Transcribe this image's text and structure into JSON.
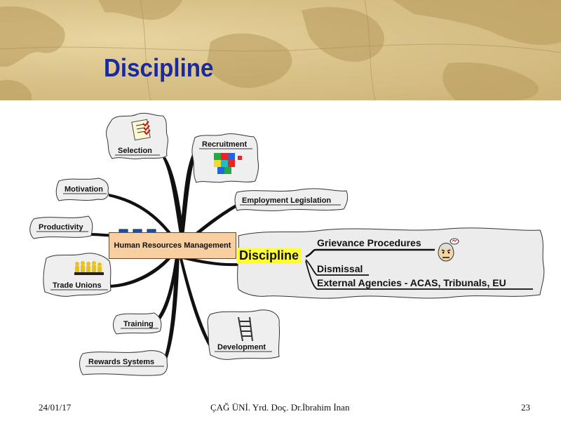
{
  "slide": {
    "title": "Discipline",
    "footer_date": "24/01/17",
    "footer_author": "ÇAĞ ÜNİ. Yrd. Doç. Dr.İbrahim İnan",
    "page_number": "23"
  },
  "mindmap": {
    "center": "Human Resources Management",
    "branches": {
      "selection": "Selection",
      "recruitment": "Recruitment",
      "motivation": "Motivation",
      "employment_legislation": "Employment Legislation",
      "productivity": "Productivity",
      "trade_unions": "Trade Unions",
      "training": "Training",
      "development": "Development",
      "rewards_systems": "Rewards Systems"
    },
    "focus": {
      "label": "Discipline",
      "items": [
        "Grievance Procedures",
        "Dismissal",
        "External Agencies - ACAS, Tribunals, EU"
      ]
    }
  },
  "colors": {
    "title": "#1a2a9a",
    "header_bg": "#d9c38a",
    "center_box": "#f9cfa0",
    "highlight": "#ffff33",
    "cloud_fill": "#efefef"
  },
  "icons": [
    "checklist-icon",
    "jigsaw-icon",
    "crowd-icon",
    "ladder-icon",
    "angry-face-icon"
  ]
}
